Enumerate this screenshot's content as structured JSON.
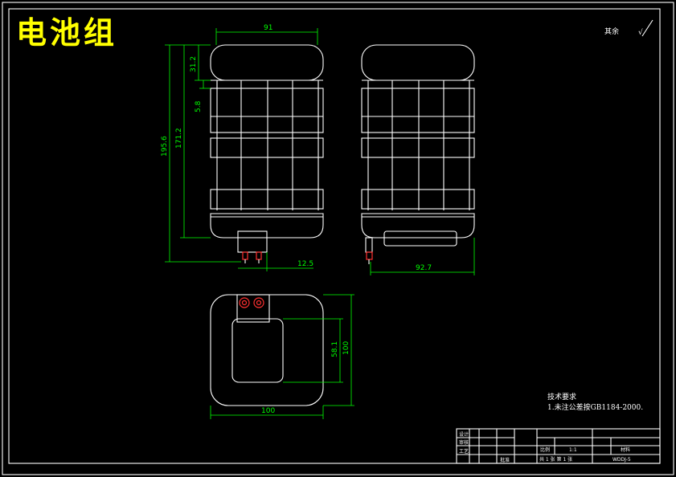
{
  "title": "电池组",
  "surface_note": "其余",
  "surface_symbol": "√",
  "dimensions": {
    "top_width": "91",
    "top_cap": "31.2",
    "gap": "5.8",
    "overall_height": "195.6",
    "body_height": "171.2",
    "terminal_offset": "12.5",
    "side_depth": "92.7",
    "plan_inner": "58.1",
    "plan_height": "100",
    "plan_width": "100"
  },
  "notes": {
    "heading": "技术要求",
    "line1": "1.未注公差按GB1184-2000."
  },
  "title_block": {
    "scale_label": "比例",
    "scale_value": "1:1",
    "material": "材料",
    "row_labels": [
      "设计",
      "审核",
      "工艺"
    ],
    "approve": "批准",
    "sheet_info": "共 1 张 第 1 张",
    "drawing_no": "WDDJ-5"
  },
  "colors": {
    "background": "#000000",
    "lines": "#ffffff",
    "dimensions": "#00ff00",
    "title": "#ffff00",
    "terminals": "#ff3030"
  }
}
